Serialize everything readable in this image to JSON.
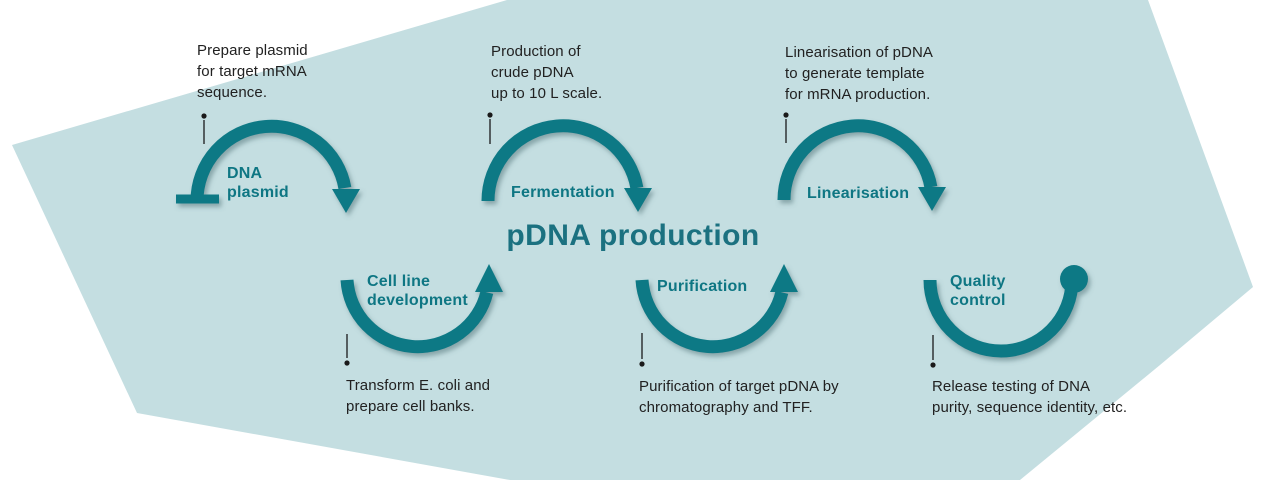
{
  "title": "pDNA production",
  "colors": {
    "background_shape": "#c4dee1",
    "arc_teal": "#117985",
    "stage_label_teal": "#0e7683",
    "title_teal": "#1b7180",
    "text_dark": "#212121"
  },
  "stages": [
    {
      "name": "DNA\nplasmid",
      "description": "Prepare plasmid\nfor target mRNA\nsequence."
    },
    {
      "name": "Cell line\ndevelopment",
      "description": "Transform E. coli and\nprepare cell banks."
    },
    {
      "name": "Fermentation",
      "description": "Production of\ncrude pDNA\nup to 10 L scale."
    },
    {
      "name": "Purification",
      "description": "Purification of target pDNA by\nchromatography and TFF."
    },
    {
      "name": "Linearisation",
      "description": "Linearisation of pDNA\nto generate template\nfor mRNA production."
    },
    {
      "name": "Quality\ncontrol",
      "description": "Release testing of DNA\npurity, sequence identity, etc."
    }
  ]
}
